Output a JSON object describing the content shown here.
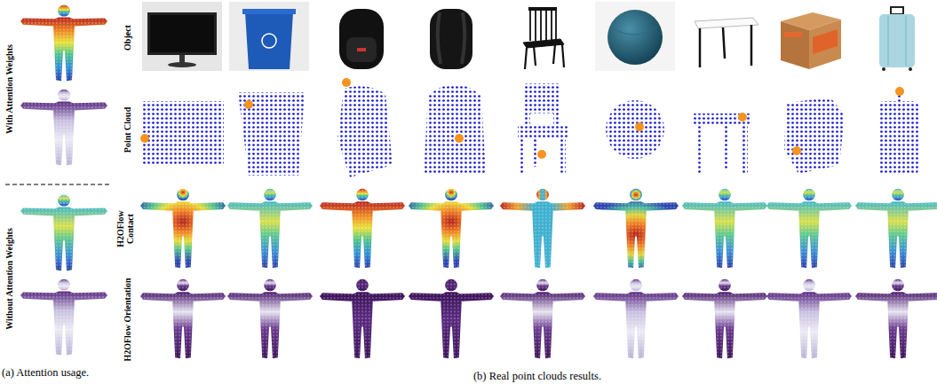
{
  "diagram": {
    "labels": [
      "With Attention Weights",
      "Without Attention Weights",
      "(a) Attention usage.",
      "(b) Real point clouds results.",
      "Object",
      "Point Cloud",
      "H2OFlow Contact",
      "H2OFlow Orientation"
    ]
  }
}
